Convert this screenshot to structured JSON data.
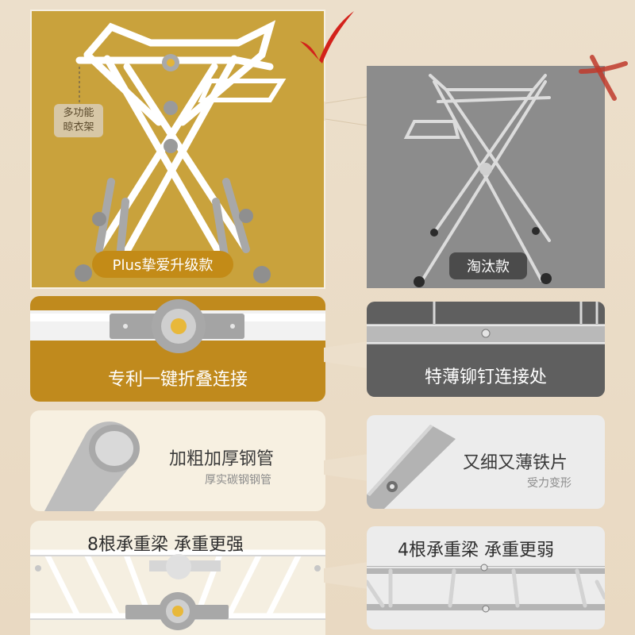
{
  "top": {
    "plus_label": "Plus挚爱升级款",
    "obsolete_label": "淘汰款",
    "multi_tag_line1": "多功能",
    "multi_tag_line2": "晾衣架",
    "colors": {
      "gold": "#c9a23c",
      "gold_dark": "#c38b17",
      "gray": "#8c8c8c",
      "check_red": "#d3221b",
      "cross_red": "#c0392b"
    },
    "icons": [
      "check-mark-icon",
      "cross-mark-icon"
    ]
  },
  "joint_row": {
    "left_text": "专利一键折叠连接",
    "right_text": "特薄铆钉连接处"
  },
  "tube_row": {
    "left_title": "加粗加厚钢管",
    "left_sub": "厚实碳钢钢管",
    "right_title": "又细又薄铁片",
    "right_sub": "受力变形"
  },
  "beam_row": {
    "left_text": "8根承重梁 承重更强",
    "right_text": "4根承重梁 承重更弱"
  }
}
